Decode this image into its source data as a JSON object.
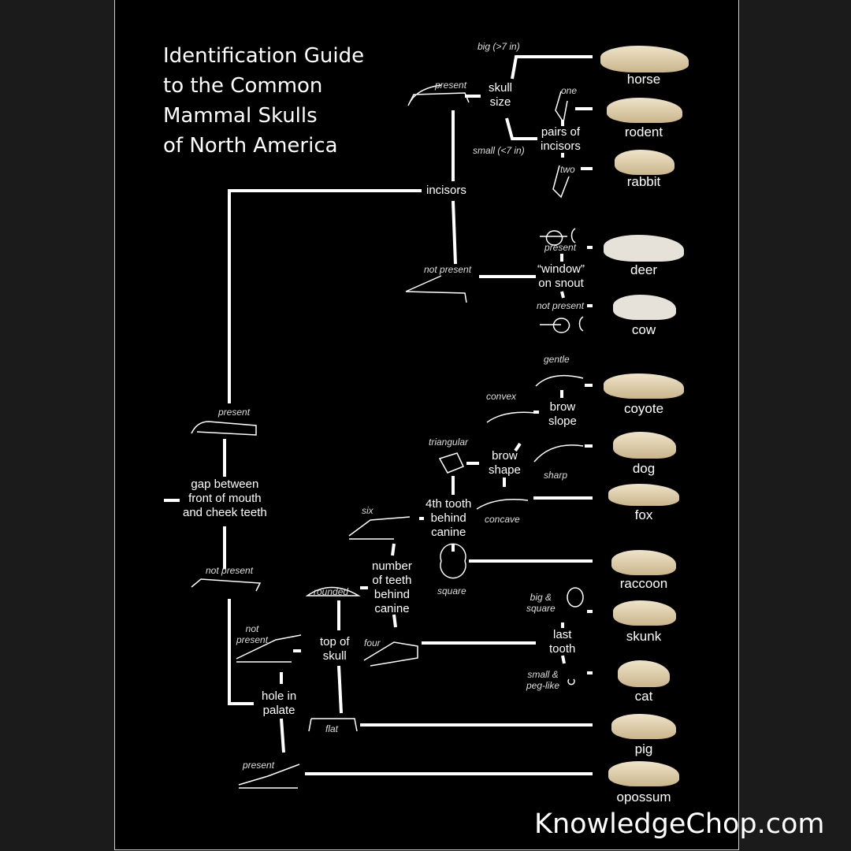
{
  "title": [
    "Identification Guide",
    "to the Common",
    "Mammal Skulls",
    "of North America"
  ],
  "nodes": {
    "incisors": "incisors",
    "skull_size": [
      "skull",
      "size"
    ],
    "pairs": [
      "pairs of",
      "incisors"
    ],
    "window": [
      "“window”",
      "on snout"
    ],
    "brow_slope": [
      "brow",
      "slope"
    ],
    "brow_shape": [
      "brow",
      "shape"
    ],
    "fourth_tooth": [
      "4th tooth",
      "behind",
      "canine"
    ],
    "gap": [
      "gap between",
      "front of mouth",
      "and cheek teeth"
    ],
    "number_teeth": [
      "number",
      "of teeth",
      "behind",
      "canine"
    ],
    "last_tooth": [
      "last",
      "tooth"
    ],
    "top_skull": [
      "top of",
      "skull"
    ],
    "hole_palate": [
      "hole in",
      "palate"
    ]
  },
  "labels": {
    "big": "big (>7 in)",
    "small": "small (<7 in)",
    "present_inc": "present",
    "not_present_inc": "not present",
    "one": "one",
    "two": "two",
    "win_present": "present",
    "win_not": "not present",
    "gentle": "gentle",
    "sharp": "sharp",
    "convex": "convex",
    "concave": "concave",
    "triangular": "triangular",
    "square": "square",
    "gap_present": "present",
    "gap_not": "not present",
    "six": "six",
    "four": "four",
    "big_square": [
      "big &",
      "square"
    ],
    "small_peg": [
      "small &",
      "peg-like"
    ],
    "rounded": "rounded",
    "flat": "flat",
    "hole_not": [
      "not",
      "present"
    ],
    "hole_present": "present"
  },
  "species": [
    "horse",
    "rodent",
    "rabbit",
    "deer",
    "cow",
    "coyote",
    "dog",
    "fox",
    "raccoon",
    "skunk",
    "cat",
    "pig",
    "opossum"
  ],
  "watermark": "KnowledgeChop.com"
}
